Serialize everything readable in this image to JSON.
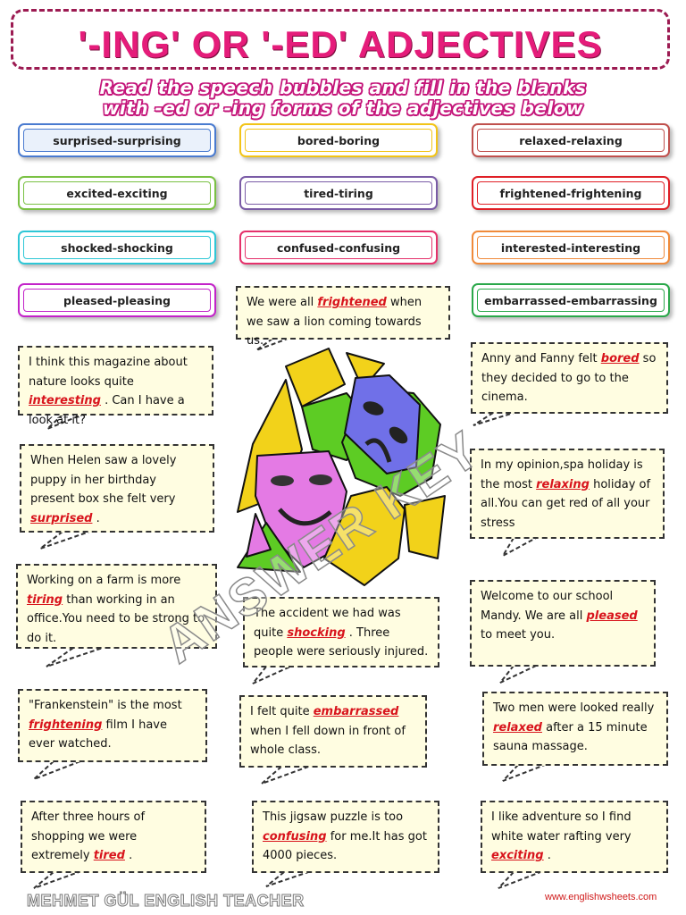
{
  "title": "'-ING' OR '-ED' ADJECTIVES",
  "instructions": {
    "line1": "Read the speech bubbles and fill in the blanks",
    "line2": "with -ed or -ing forms of the adjectives below"
  },
  "word_boxes": [
    {
      "label": "surprised-surprising",
      "color": "#4a7bd0"
    },
    {
      "label": "bored-boring",
      "color": "#f2c417"
    },
    {
      "label": "relaxed-relaxing",
      "color": "#c0504d"
    },
    {
      "label": "excited-exciting",
      "color": "#7ac143"
    },
    {
      "label": "tired-tiring",
      "color": "#7a5ba6"
    },
    {
      "label": "frightened-frightening",
      "color": "#e01f26"
    },
    {
      "label": "shocked-shocking",
      "color": "#2ec7d6"
    },
    {
      "label": "confused-confusing",
      "color": "#e5316b"
    },
    {
      "label": "interested-interesting",
      "color": "#f08a3a"
    },
    {
      "label": "pleased-pleasing",
      "color": "#c323c9"
    },
    {
      "label": "embarrassed-embarrassing",
      "color": "#2aa84a"
    }
  ],
  "bubbles": {
    "b1": {
      "pre": "We were all ",
      "ans": "frightened",
      "post": " when we saw a lion coming towards us."
    },
    "b2": {
      "pre": "I think this magazine about nature looks quite ",
      "ans": "interesting",
      "post": " . Can I have a look at it?"
    },
    "b3": {
      "pre": "Anny and Fanny felt ",
      "ans": "bored",
      "post": " so they decided to go to the cinema."
    },
    "b4": {
      "pre": "When Helen saw a lovely puppy in her birthday present box she felt very ",
      "ans": "surprised",
      "post": " ."
    },
    "b5": {
      "pre": "In my opinion,spa holiday is the most ",
      "ans": "relaxing",
      "post": " holiday of all.You can get red of all your stress"
    },
    "b6": {
      "pre": "Working on a farm is more ",
      "ans": "tiring",
      "post": " than working in an office.You need to be strong to do it."
    },
    "b7": {
      "pre": "The accident we had was quite ",
      "ans": "shocking",
      "post": " . Three people were seriously injured."
    },
    "b8": {
      "pre": "Welcome to our school Mandy. We are all ",
      "ans": "pleased",
      "post": " to meet you."
    },
    "b9": {
      "pre": "\"Frankenstein\" is the most ",
      "ans": "frightening",
      "post": " film I have ever watched."
    },
    "b10": {
      "pre": "I felt quite ",
      "ans": "embarrassed",
      "post": " when I fell down in front of whole class."
    },
    "b11": {
      "pre": "Two men were looked really ",
      "ans": "relaxed",
      "post": " after a 15 minute sauna massage."
    },
    "b12": {
      "pre": "After three hours of shopping we were extremely ",
      "ans": "tired",
      "post": " ."
    },
    "b13": {
      "pre": "This jigsaw puzzle is too ",
      "ans": "confusing",
      "post": " for me.It has got 4000 pieces."
    },
    "b14": {
      "pre": "I like adventure so I find white water rafting very ",
      "ans": "exciting",
      "post": " ."
    }
  },
  "watermark": "ANSWER KEY",
  "footer": {
    "author": "MEHMET GÜL ENGLISH TEACHER",
    "website": "www.englishwsheets.com"
  },
  "illustration": {
    "icon": "theatre-masks-icon"
  }
}
